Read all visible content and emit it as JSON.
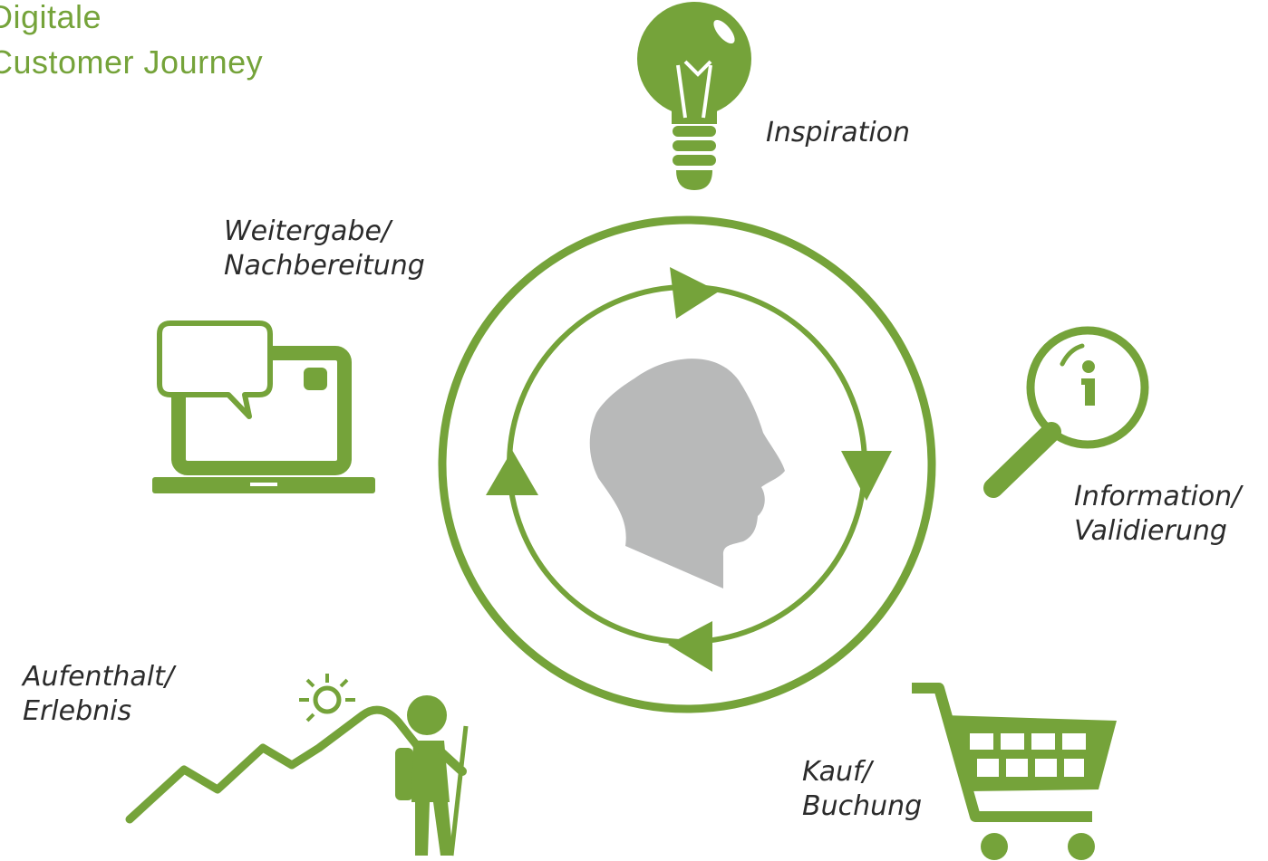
{
  "title": {
    "line1": "Digitale",
    "line2": "Customer Journey"
  },
  "stages": {
    "inspiration": {
      "label": "Inspiration",
      "icon": "lightbulb-icon"
    },
    "information": {
      "line1": "Information/",
      "line2": "Validierung",
      "icon": "magnifier-info-icon"
    },
    "kauf": {
      "line1": "Kauf/",
      "line2": "Buchung",
      "icon": "shopping-cart-icon"
    },
    "aufenthalt": {
      "line1": "Aufenthalt/",
      "line2": "Erlebnis",
      "icon": "hiker-mountain-icon"
    },
    "weitergabe": {
      "line1": "Weitergabe/",
      "line2": "Nachbereitung",
      "icon": "laptop-chat-icon"
    }
  },
  "center": {
    "icon": "head-silhouette-icon"
  },
  "colors": {
    "accent": "#75A33A",
    "head": "#B8B9B9",
    "text": "#2b2b2b"
  }
}
